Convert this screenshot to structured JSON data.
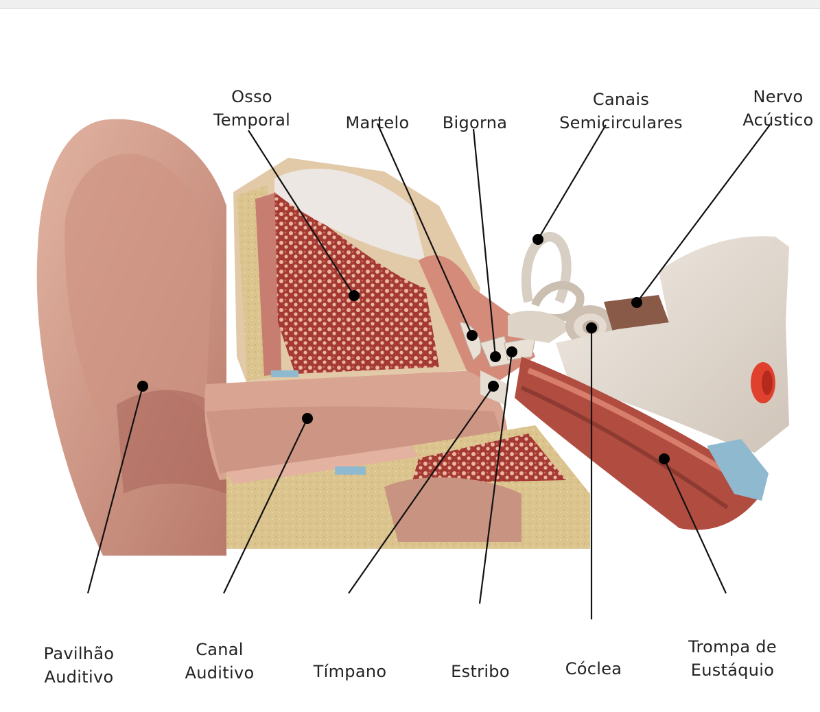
{
  "labels": {
    "osso_temporal": [
      "Osso",
      "Temporal"
    ],
    "martelo": [
      "Martelo"
    ],
    "bigorna": [
      "Bigorna"
    ],
    "canais": [
      "Canais",
      "Semicirculares"
    ],
    "nervo": [
      "Nervo",
      "Acústico"
    ],
    "pavilhao": [
      "Pavilhão",
      "Auditivo"
    ],
    "canal": [
      "Canal",
      "Auditivo"
    ],
    "timpano": [
      "Tímpano"
    ],
    "estribo": [
      "Estribo"
    ],
    "coclea": [
      "Cóclea"
    ],
    "trompa": [
      "Trompa de",
      "Eustáquio"
    ]
  },
  "colors": {
    "skin": "#d9a592",
    "skin_dark": "#b87a6c",
    "bone_fill": "#a53a33",
    "bone_dots": "#e9b7a2",
    "cartilage": "#d9c28a",
    "ivory": "#e9e0d6",
    "blue_tissue": "#8fb9cf",
    "eustachian_red": "#e0412e",
    "leader": "#111111"
  }
}
